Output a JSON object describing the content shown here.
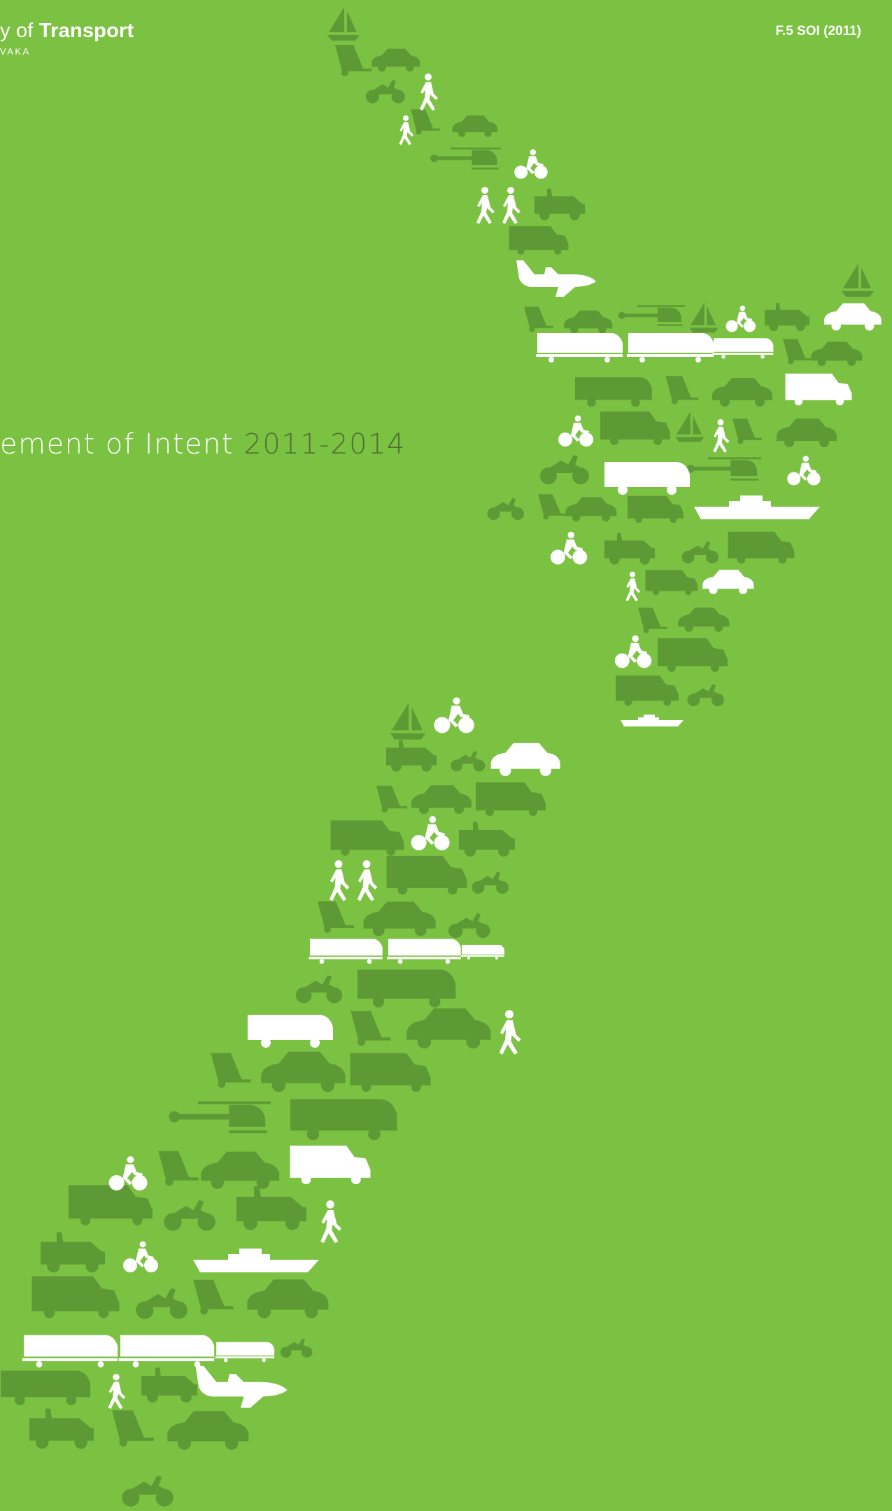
{
  "header": {
    "ministry_prefix": "y of ",
    "ministry_bold": "Transport",
    "maori_name": "VAKA",
    "doc_ref": "F.5 SOI (2011)"
  },
  "title": {
    "main": "ement of Intent ",
    "years": "2011-2014"
  },
  "colors": {
    "background": "#7bc142",
    "icon_dark": "#5d9a35",
    "icon_light": "#ffffff",
    "title_years": "#4f6d34"
  },
  "artwork": {
    "description_icons": [
      "sailboat",
      "car",
      "truck",
      "motorcycle",
      "pedestrian",
      "bicycle",
      "helicopter",
      "jeep",
      "plane",
      "train",
      "bus",
      "ferry",
      "campervan"
    ]
  }
}
